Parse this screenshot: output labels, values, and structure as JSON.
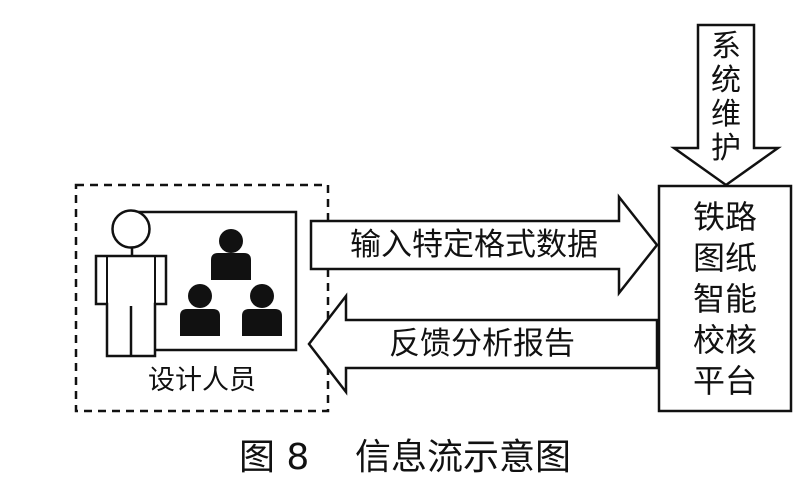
{
  "diagram": {
    "designer_group_label": "设计人员",
    "input_arrow_label": "输入特定格式数据",
    "feedback_arrow_label": "反馈分析报告",
    "maintenance_lines": [
      "系",
      "统",
      "维",
      "护"
    ],
    "platform_lines": [
      "铁路",
      "图纸",
      "智能",
      "校核",
      "平台"
    ],
    "caption": "图 8    信息流示意图"
  },
  "colors": {
    "ink": "#111111",
    "background": "#ffffff"
  },
  "icons": {
    "person_outline": "person-outline-icon",
    "group_people": "people-icon"
  }
}
